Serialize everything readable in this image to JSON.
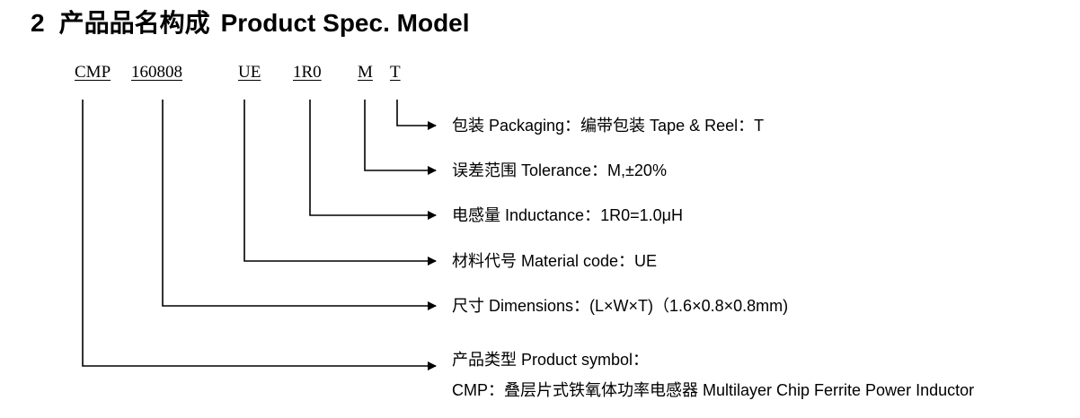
{
  "heading": {
    "number": "2",
    "title_cn": "产品品名构成",
    "title_en": "Product Spec. Model"
  },
  "code_parts": [
    "CMP",
    "160808",
    "UE",
    "1R0",
    "M",
    "T"
  ],
  "descriptions": [
    "包装 Packaging：编带包装 Tape & Reel：T",
    "误差范围 Tolerance：M,±20%",
    "电感量 Inductance：1R0=1.0μH",
    "材料代号 Material code：UE",
    "尺寸 Dimensions：(L×W×T)（1.6×0.8×0.8mm)",
    "产品类型 Product symbol：",
    "CMP：叠层片式铁氧体功率电感器 Multilayer Chip Ferrite Power Inductor"
  ]
}
